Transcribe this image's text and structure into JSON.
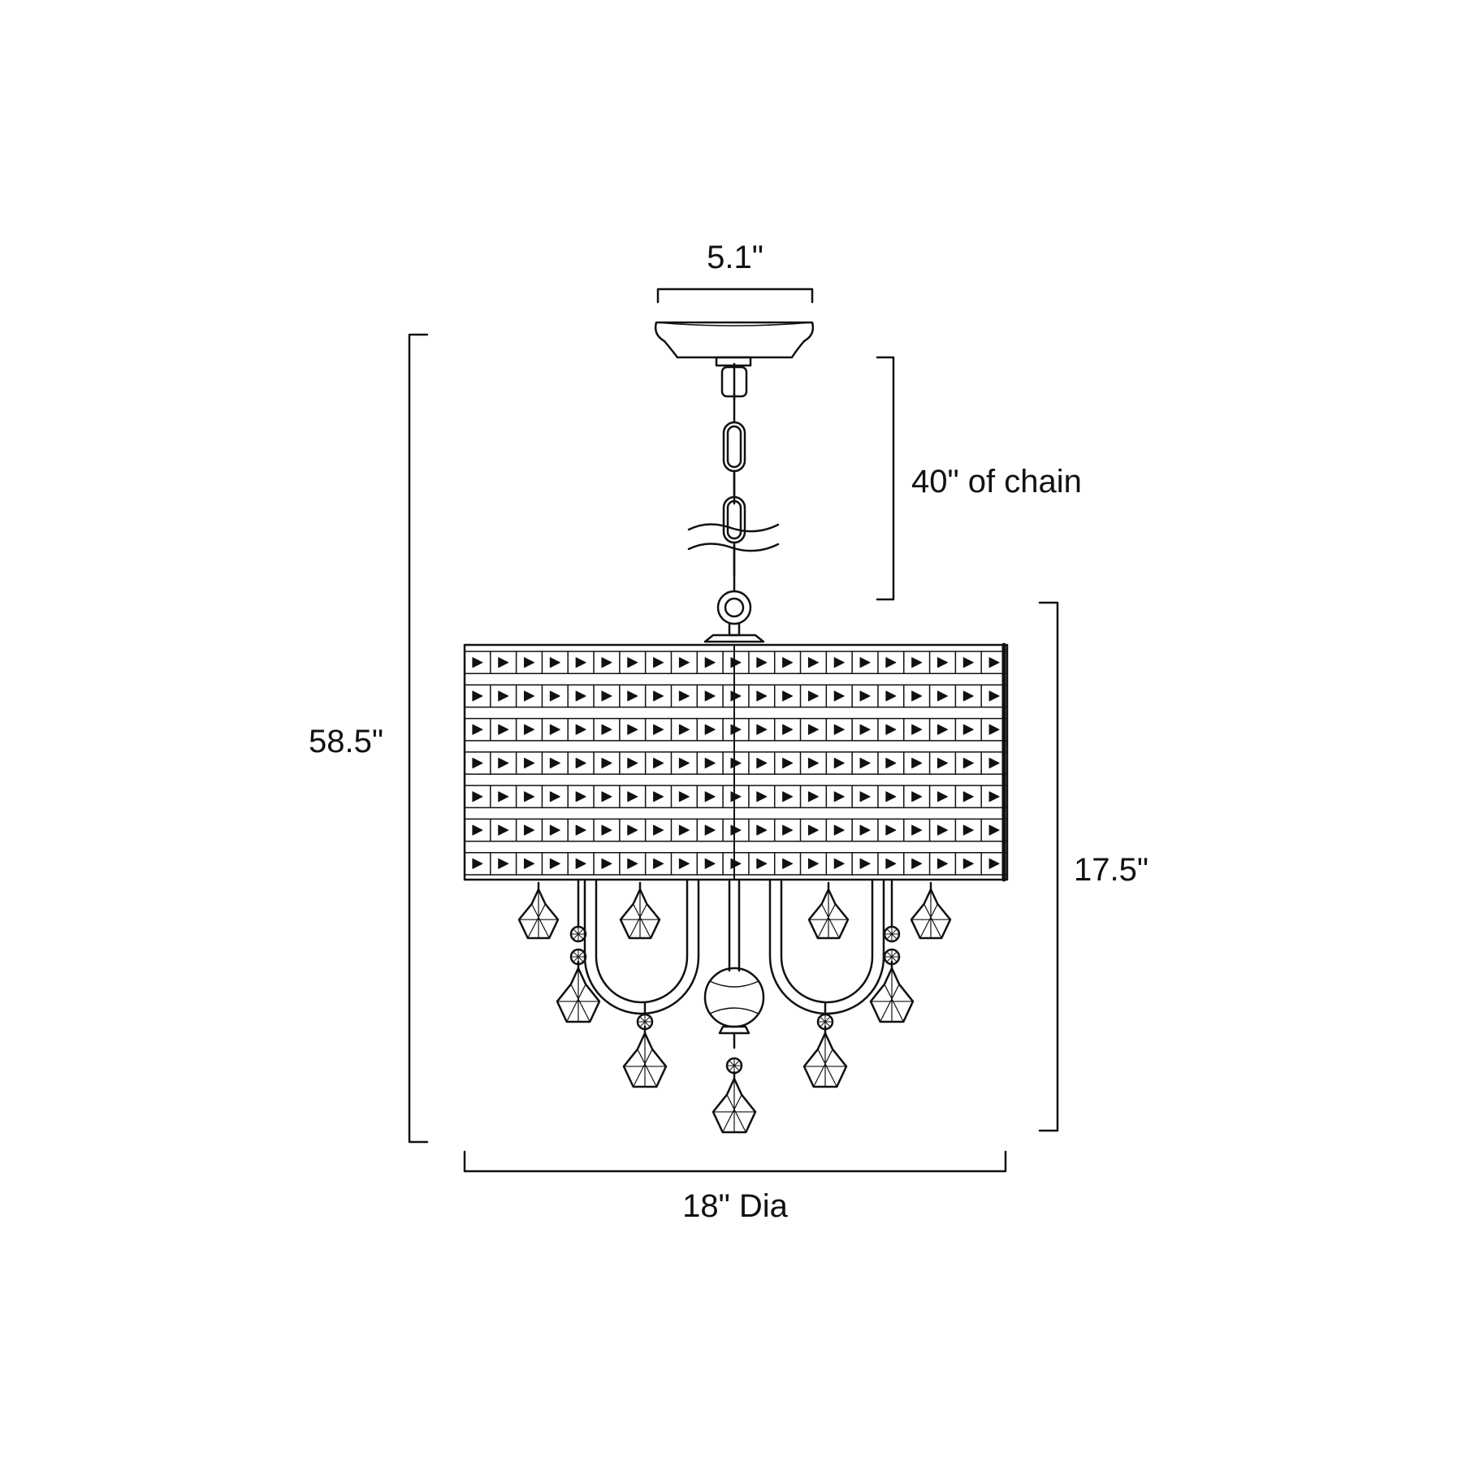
{
  "dimensions": {
    "canopy_width": "5.1\"",
    "chain_length": "40\" of chain",
    "overall_height": "58.5\"",
    "fixture_height": "17.5\"",
    "diameter": "18\" Dia"
  },
  "colors": {
    "line": "#111111",
    "background": "#ffffff"
  }
}
